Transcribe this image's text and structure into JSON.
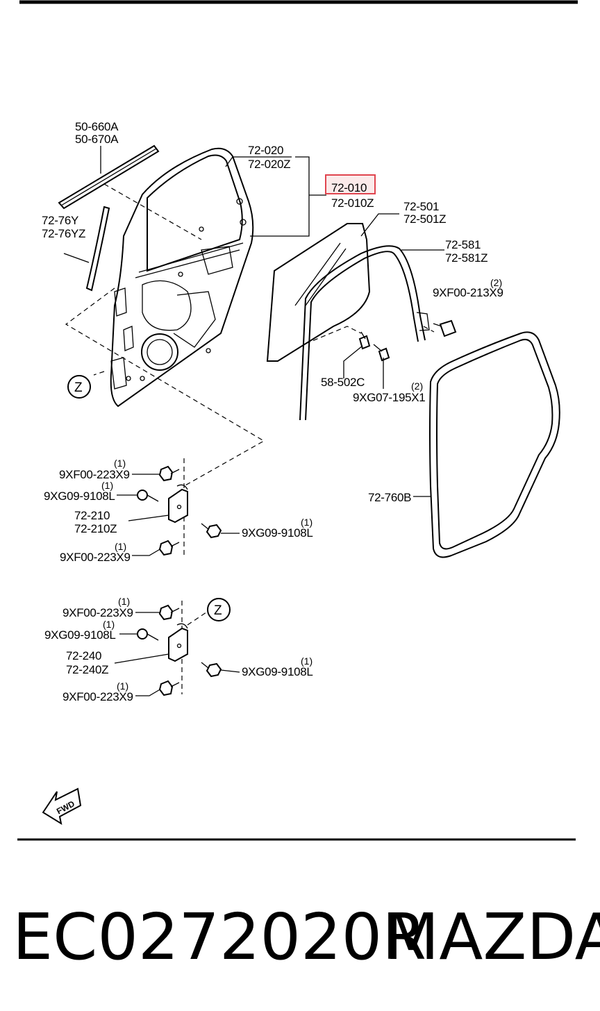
{
  "labels": {
    "p50660a": "50-660A",
    "p50670a": "50-670A",
    "p72020": "72-020",
    "p72020z": "72-020Z",
    "p72010": "72-010",
    "p72010z": "72-010Z",
    "p72501": "72-501",
    "p72501z": "72-501Z",
    "p72581": "72-581",
    "p72581z": "72-581Z",
    "p7276y": "72-76Y",
    "p7276yz": "72-76YZ",
    "p9xf00_213x9": "9XF00-213X9",
    "q9xf00_213x9": "(2)",
    "p58502c": "58-502C",
    "p9xg07_195x1": "9XG07-195X1",
    "q9xg07_195x1": "(2)",
    "z_marker": "Z",
    "p72760b": "72-760B",
    "u_bolt1": "9XF00-223X9",
    "u_bolt1_q": "(1)",
    "u_bolt2": "9XG09-9108L",
    "u_bolt2_q": "(1)",
    "u_hinge": "72-210",
    "u_hinge_z": "72-210Z",
    "u_bolt3": "9XG09-9108L",
    "u_bolt3_q": "(1)",
    "u_bolt4": "9XF00-223X9",
    "u_bolt4_q": "(1)",
    "l_bolt1": "9XF00-223X9",
    "l_bolt1_q": "(1)",
    "l_bolt2": "9XG09-9108L",
    "l_bolt2_q": "(1)",
    "l_hinge": "72-240",
    "l_hinge_z": "72-240Z",
    "l_bolt3": "9XG09-9108L",
    "l_bolt3_q": "(1)",
    "l_bolt4": "9XF00-223X9",
    "l_bolt4_q": "(1)",
    "z_marker2": "Z",
    "fwd": "FWD"
  },
  "highlight_color": "#e0454f",
  "footer": {
    "part_code": "EC0272020R",
    "brand": "MAZDA"
  }
}
